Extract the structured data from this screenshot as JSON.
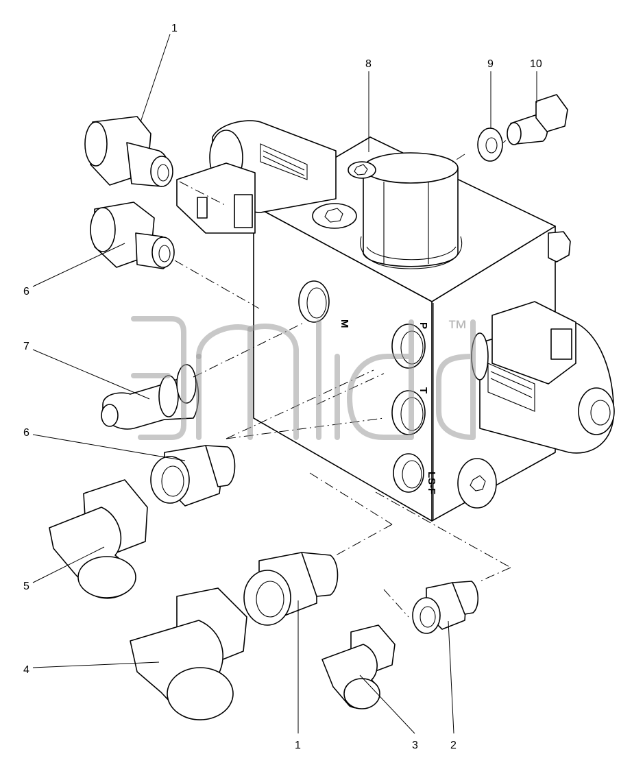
{
  "callouts": [
    "1",
    "6",
    "7",
    "6",
    "5",
    "4",
    "1",
    "3",
    "2",
    "8",
    "9",
    "10"
  ],
  "ports": {
    "m": "M",
    "p": "P",
    "t": "T",
    "lsf": "LS-F"
  },
  "watermark": {
    "mark": "™"
  }
}
